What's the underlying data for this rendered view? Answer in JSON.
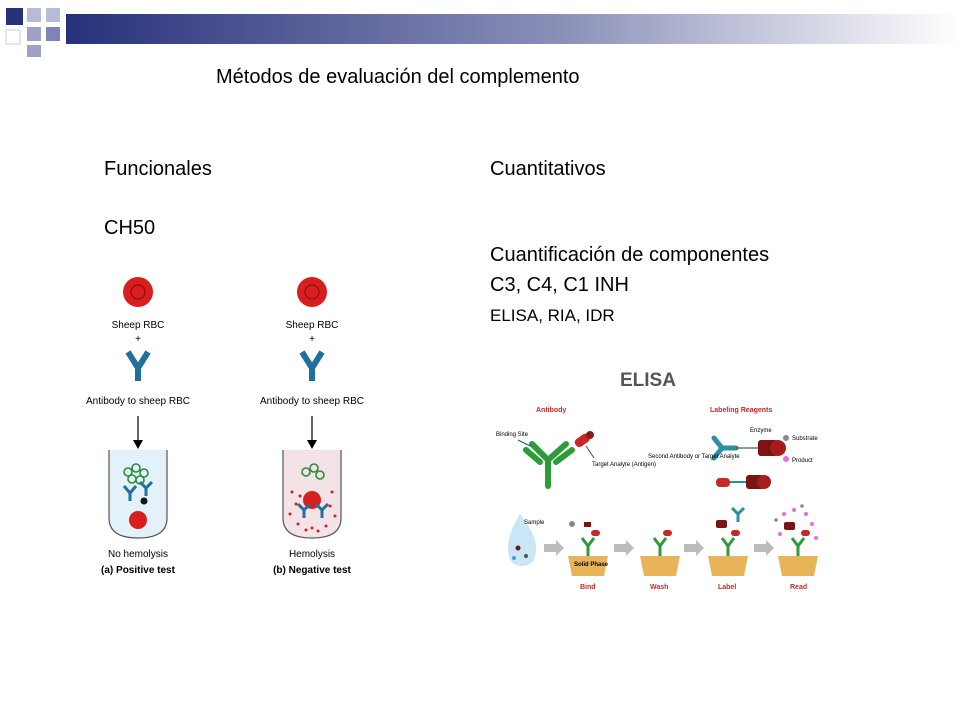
{
  "slide": {
    "title": "Métodos de evaluación del complemento",
    "left": {
      "heading": "Funcionales",
      "method": "CH50"
    },
    "right": {
      "heading": "Cuantitativos",
      "line1": "Cuantificación de componentes",
      "line2": "C3, C4, C1 INH",
      "line3": "ELISA, RIA, IDR"
    }
  },
  "ch50_figure": {
    "panel_a": {
      "cell_label": "Sheep RBC",
      "plus": "+",
      "antibody_label": "Antibody to sheep RBC",
      "result": "No hemolysis",
      "caption": "(a) Positive test"
    },
    "panel_b": {
      "cell_label": "Sheep RBC",
      "plus": "+",
      "antibody_label": "Antibody to sheep RBC",
      "result": "Hemolysis",
      "caption": "(b) Negative test"
    },
    "colors": {
      "rbc": "#d81e1e",
      "antibody": "#1f6f9f"
    }
  },
  "elisa_figure": {
    "title": "ELISA",
    "antibody_section": "Antibody",
    "binding_site": "Binding Site",
    "target_analyte": "Target Analyte (Antigen)",
    "labeling_section": "Labeling Reagents",
    "enzyme": "Enzyme",
    "substrate": "Substrate",
    "product": "Product",
    "second_antibody": "Second Antibody or Target Analyte",
    "sample": "Sample",
    "solid_phase": "Solid Phase",
    "steps": [
      "Bind",
      "Wash",
      "Label",
      "Read"
    ],
    "colors": {
      "section_title": "#c62828",
      "antibody_green": "#2e9b3a",
      "plate": "#e8b45a"
    }
  }
}
